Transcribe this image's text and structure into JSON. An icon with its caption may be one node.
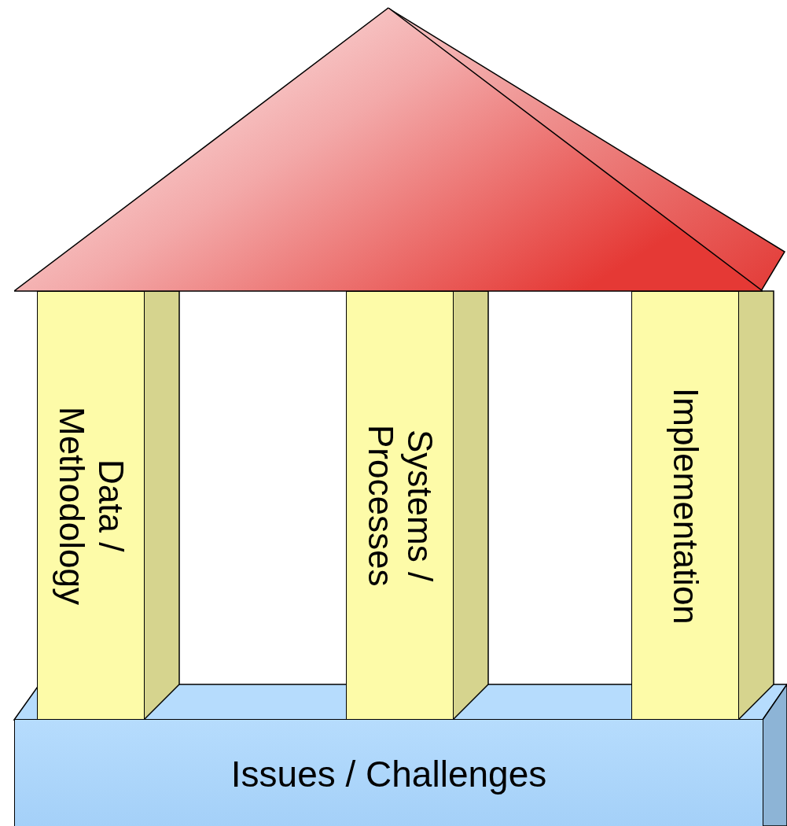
{
  "diagram": {
    "nodes": [
      {
        "text": [],
        "shape": "triangle"
      },
      {
        "text": [
          "Data / Methodology"
        ]
      },
      {
        "text": [
          "Systems / Processes"
        ]
      },
      {
        "text": [
          "Implementation"
        ]
      },
      {
        "text": [
          "Issues / Challenges"
        ]
      }
    ],
    "edges": []
  }
}
